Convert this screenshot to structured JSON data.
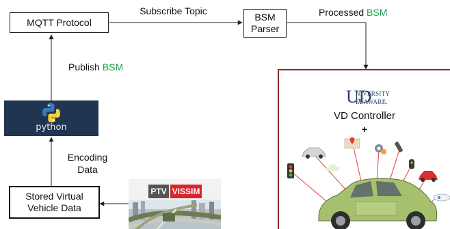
{
  "nodes": {
    "mqtt": "MQTT Protocol",
    "bsm_parser": [
      "BSM",
      "Parser"
    ],
    "stored_data": [
      "Stored Virtual",
      "Vehicle Data"
    ]
  },
  "edges": {
    "subscribe": "Subscribe Topic",
    "processed": {
      "prefix": "Processed",
      "highlight": "BSM"
    },
    "publish": {
      "prefix": "Publish",
      "highlight": "BSM"
    },
    "encoding": [
      "Encoding",
      "Data"
    ]
  },
  "python_logo": {
    "text": "python",
    "icon": "python-logo-icon"
  },
  "simulator": {
    "brand_left": "PTV",
    "brand_right": "VISSIM",
    "icon": "traffic-simulation-image"
  },
  "vd_panel": {
    "logo_initials": "UD",
    "logo_line1": "NIVERSITY OF",
    "logo_line2": "ELAWARE.",
    "title": "VD Controller",
    "plus": "+"
  },
  "colors": {
    "highlight": "#19a04a",
    "panel_border": "#8b2b1f",
    "python_bg": "#1f3550",
    "vissim_red": "#d7262c"
  }
}
